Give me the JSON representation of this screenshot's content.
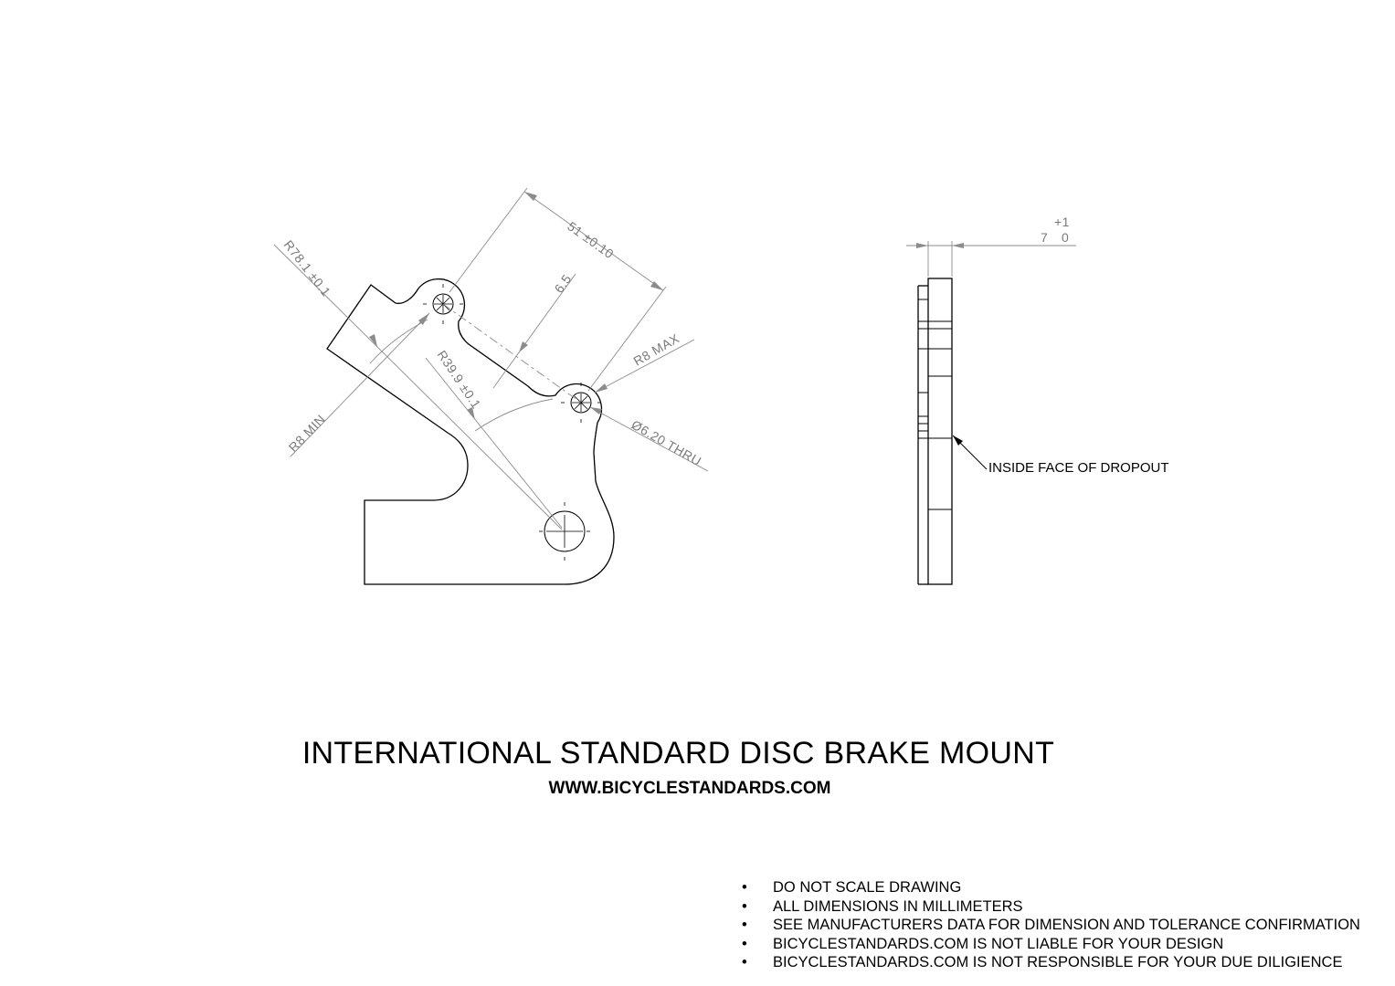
{
  "title": "INTERNATIONAL STANDARD DISC BRAKE MOUNT",
  "website": "WWW.BICYCLESTANDARDS.COM",
  "dimensions": {
    "center_distance": "51 ±0.10",
    "large_radius": "R78.1 ±0.1",
    "small_radius": "R39.9 ±0.1",
    "offset": "6.5",
    "radius_max": "R8 MAX",
    "radius_min": "R8 MIN",
    "hole": "Ø6.20 THRU",
    "thickness_value": "7",
    "thickness_tol_upper": "+1",
    "thickness_tol_lower": "0"
  },
  "callout": "INSIDE FACE OF DROPOUT",
  "notes": [
    "DO NOT SCALE DRAWING",
    "ALL DIMENSIONS IN MILLIMETERS",
    "SEE MANUFACTURERS DATA FOR DIMENSION AND TOLERANCE CONFIRMATION",
    "BICYCLESTANDARDS.COM IS NOT LIABLE FOR YOUR DESIGN",
    "BICYCLESTANDARDS.COM IS NOT RESPONSIBLE FOR YOUR DUE DILIGIENCE"
  ]
}
